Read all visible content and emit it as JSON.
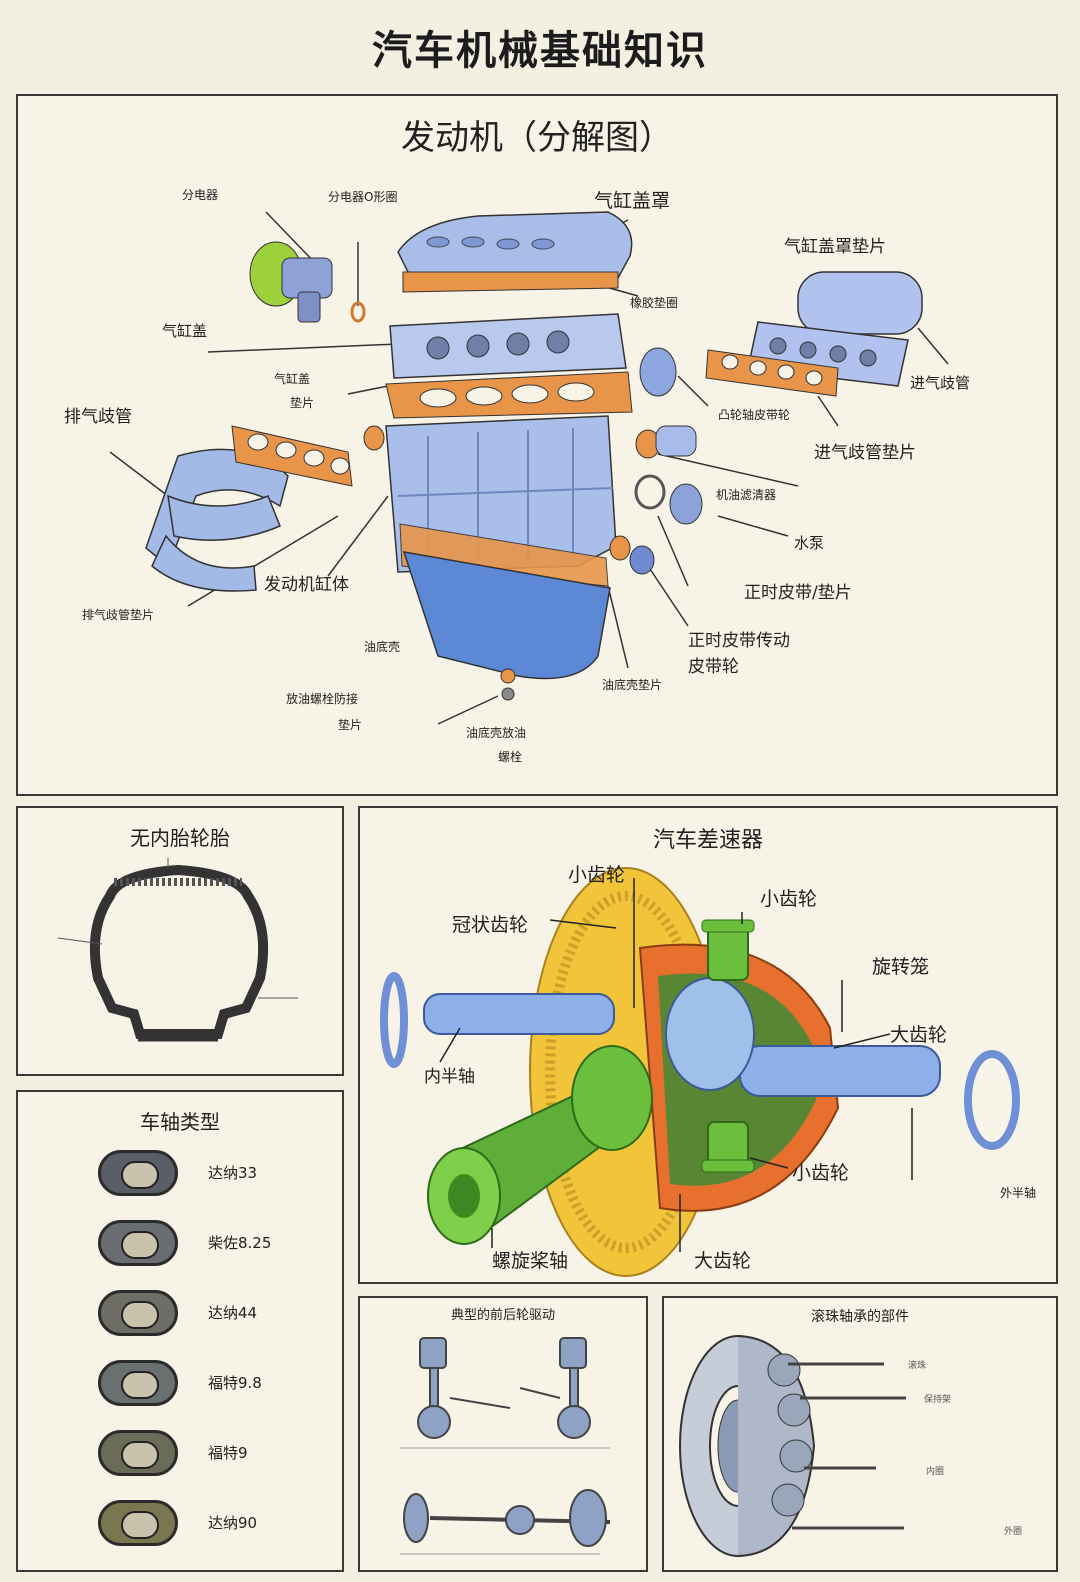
{
  "page_title": "汽车机械基础知识",
  "engine": {
    "title": "发动机（分解图）",
    "labels": {
      "distributor": "分电器",
      "distributor_oring": "分电器O形圈",
      "valve_cover": "气缸盖罩",
      "valve_cover_gasket": "气缸盖罩垫片",
      "rubber_seal": "橡胶垫圈",
      "cylinder_head": "气缸盖",
      "head_gasket_1": "气缸盖",
      "head_gasket_2": "垫片",
      "exhaust_manifold": "排气歧管",
      "intake_manifold": "进气歧管",
      "cam_pulley": "凸轮轴皮带轮",
      "intake_gasket": "进气歧管垫片",
      "oil_filter": "机油滤清器",
      "water_pump": "水泵",
      "timing_belt": "正时皮带/垫片",
      "timing_pulley_1": "正时皮带传动",
      "timing_pulley_2": "皮带轮",
      "block": "发动机缸体",
      "exhaust_gasket": "排气歧管垫片",
      "oil_pan": "油底壳",
      "pan_gasket": "油底壳垫片",
      "drain_washer_1": "放油螺栓防接",
      "drain_washer_2": "垫片",
      "drain_bolt_1": "油底壳放油",
      "drain_bolt_2": "螺栓"
    }
  },
  "tire": {
    "title": "无内胎轮胎"
  },
  "differential": {
    "title": "汽车差速器",
    "labels": {
      "pinion_top": "小齿轮",
      "pinion_right": "小齿轮",
      "ring_gear": "冠状齿轮",
      "carrier": "旋转笼",
      "side_gear": "大齿轮",
      "inner_axle": "内半轴",
      "pinion_bottom": "小齿轮",
      "outer_axle": "外半轴",
      "drive_shaft": "螺旋桨轴",
      "side_gear_bottom": "大齿轮"
    }
  },
  "axles": {
    "title": "车轴类型",
    "items": [
      {
        "name": "达纳33"
      },
      {
        "name": "柴佐8.25"
      },
      {
        "name": "达纳44"
      },
      {
        "name": "福特9.8"
      },
      {
        "name": "福特9"
      },
      {
        "name": "达纳90"
      }
    ]
  },
  "drive": {
    "title": "典型的前后轮驱动"
  },
  "bearing": {
    "title": "滚珠轴承的部件",
    "labels": {
      "race": "滚珠",
      "cage": "保持架",
      "inner": "内圈",
      "outer": "外圈"
    }
  },
  "colors": {
    "metal_blue": "#9fb6e4",
    "gasket_orange": "#e8954a",
    "gear_yellow": "#f2c43a",
    "gear_green": "#5fae3a",
    "carrier_orange": "#e8702e"
  }
}
